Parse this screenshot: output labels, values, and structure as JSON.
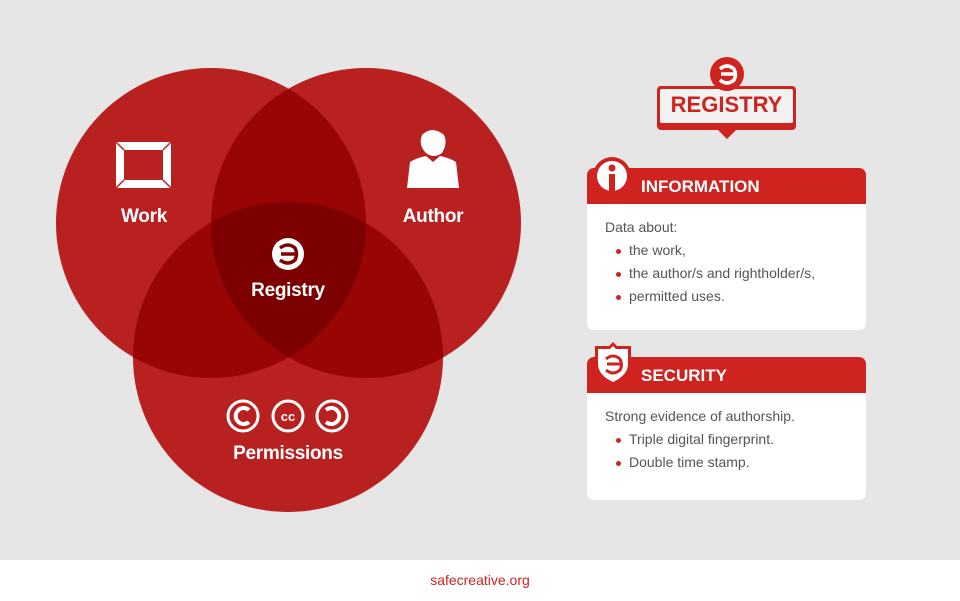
{
  "venn": {
    "circles": [
      {
        "label": "Work",
        "icon": "frame-icon"
      },
      {
        "label": "Author",
        "icon": "person-icon"
      },
      {
        "label": "Permissions",
        "icons": [
          "copyright-icon",
          "creative-commons-icon",
          "copyleft-icon"
        ]
      }
    ],
    "center_label": "Registry",
    "colors": {
      "single": "#b92020",
      "double": "#990505",
      "triple": "#7c0000"
    }
  },
  "registry_badge": {
    "label": "REGISTRY"
  },
  "information": {
    "title": "INFORMATION",
    "intro": "Data about:",
    "items": [
      "the work,",
      "the author/s and rightholder/s,",
      "permitted uses."
    ]
  },
  "security": {
    "title": "SECURITY",
    "intro": "Strong evidence of authorship.",
    "items": [
      "Triple digital fingerprint.",
      "Double time stamp."
    ]
  },
  "footer": {
    "text": "safecreative.org"
  },
  "accent": "#cf2320"
}
